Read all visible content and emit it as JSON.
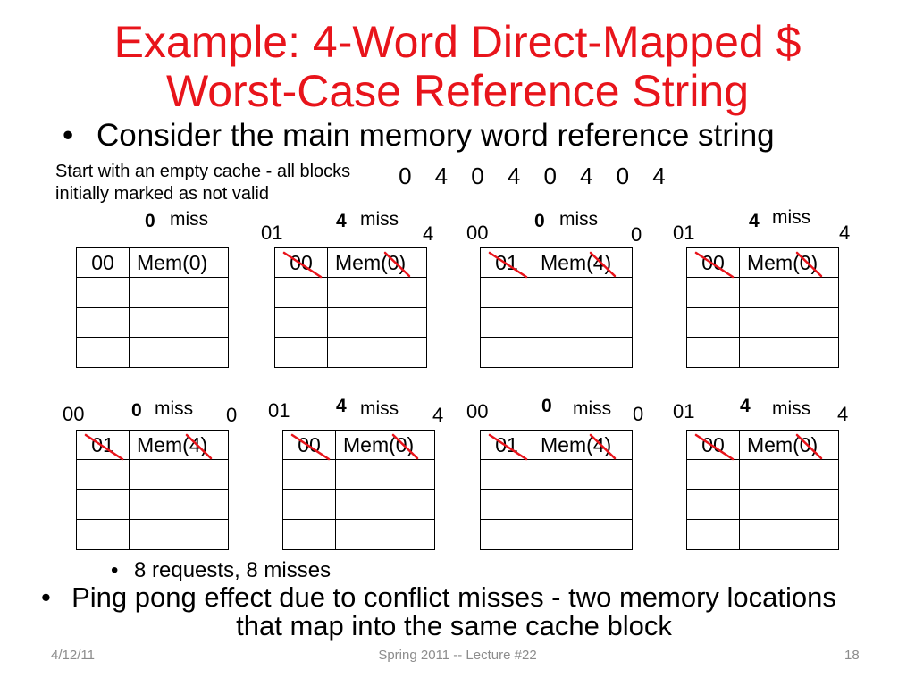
{
  "title": {
    "line1": "Example: 4-Word Direct-Mapped $",
    "line2": "Worst-Case Reference String"
  },
  "intro_bullet": "Consider the main memory word reference string",
  "note": {
    "line1": "Start with an empty cache - all blocks",
    "line2": "initially marked as not valid"
  },
  "reference_string": [
    "0",
    "4",
    "0",
    "4",
    "0",
    "4",
    "0",
    "4"
  ],
  "steps": [
    {
      "request": "0",
      "result": "miss",
      "tag": "00",
      "data": "Mem(0)",
      "replaced": false
    },
    {
      "request": "4",
      "result": "miss",
      "new_tag": "01",
      "new_data": "4",
      "tag": "00",
      "data": "Mem(0)",
      "replaced": true
    },
    {
      "request": "0",
      "result": "miss",
      "new_tag": "00",
      "new_data": "0",
      "tag": "01",
      "data": "Mem(4)",
      "replaced": true
    },
    {
      "request": "4",
      "result": "miss",
      "new_tag": "01",
      "new_data": "4",
      "tag": "00",
      "data": "Mem(0)",
      "replaced": true
    },
    {
      "request": "0",
      "result": "miss",
      "new_tag": "00",
      "new_data": "0",
      "tag": "01",
      "data": "Mem(4)",
      "replaced": true
    },
    {
      "request": "4",
      "result": "miss",
      "new_tag": "01",
      "new_data": "4",
      "tag": "00",
      "data": "Mem(0)",
      "replaced": true
    },
    {
      "request": "0",
      "result": "miss",
      "new_tag": "00",
      "new_data": "0",
      "tag": "01",
      "data": "Mem(4)",
      "replaced": true
    },
    {
      "request": "4",
      "result": "miss",
      "new_tag": "01",
      "new_data": "4",
      "tag": "00",
      "data": "Mem(0)",
      "replaced": true
    }
  ],
  "summary_bullet": "8 requests, 8 misses",
  "conclusion": {
    "line1": "Ping pong effect due to conflict misses - two memory locations",
    "line2": "that map into the same cache block"
  },
  "footer": {
    "date": "4/12/11",
    "lecture": "Spring 2011 -- Lecture #22",
    "page": "18"
  },
  "colors": {
    "title": "#e8141b",
    "crossout": "#e8141b",
    "text": "#000000",
    "footer": "#8c8c8c"
  }
}
